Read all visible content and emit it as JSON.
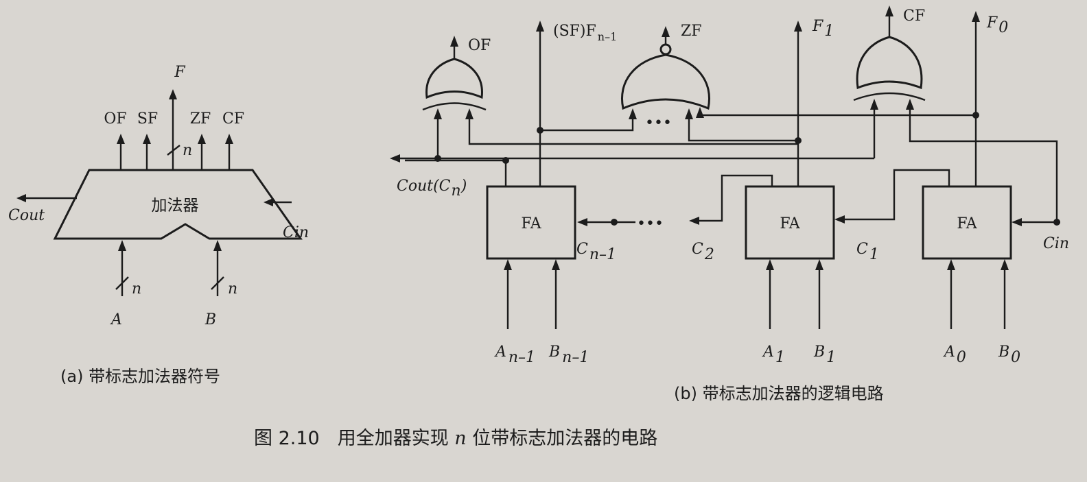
{
  "symbol": {
    "block_label": "加法器",
    "flags": [
      "OF",
      "SF",
      "ZF",
      "CF"
    ],
    "output": "F",
    "bus_width": "n",
    "cout": "Cout",
    "cin": "Cin",
    "input_a": "A",
    "input_b": "B",
    "caption": "(a) 带标志加法器符号"
  },
  "circuit": {
    "fa_label": "FA",
    "of_label": "OF",
    "sf_label": "(SF)F",
    "sf_sub": "n–1",
    "zf_label": "ZF",
    "cf_label": "CF",
    "f1_label": "F",
    "f1_sub": "1",
    "f0_label": "F",
    "f0_sub": "0",
    "cout_label": "Cout(C",
    "cout_sub": "n",
    "cout_close": ")",
    "c_n1": "C",
    "c_n1_sub": "n–1",
    "c2": "C",
    "c2_sub": "2",
    "c1": "C",
    "c1_sub": "1",
    "cin": "Cin",
    "a_n1": "A",
    "a_n1_sub": "n–1",
    "b_n1": "B",
    "b_n1_sub": "n–1",
    "a1": "A",
    "a1_sub": "1",
    "b1": "B",
    "b1_sub": "1",
    "a0": "A",
    "a0_sub": "0",
    "b0": "B",
    "b0_sub": "0",
    "ellipsis": "•••",
    "caption": "(b) 带标志加法器的逻辑电路"
  },
  "figure": {
    "number": "图 2.10",
    "title_pre": "用全加器实现 ",
    "title_var": "n",
    "title_post": " 位带标志加法器的电路"
  }
}
